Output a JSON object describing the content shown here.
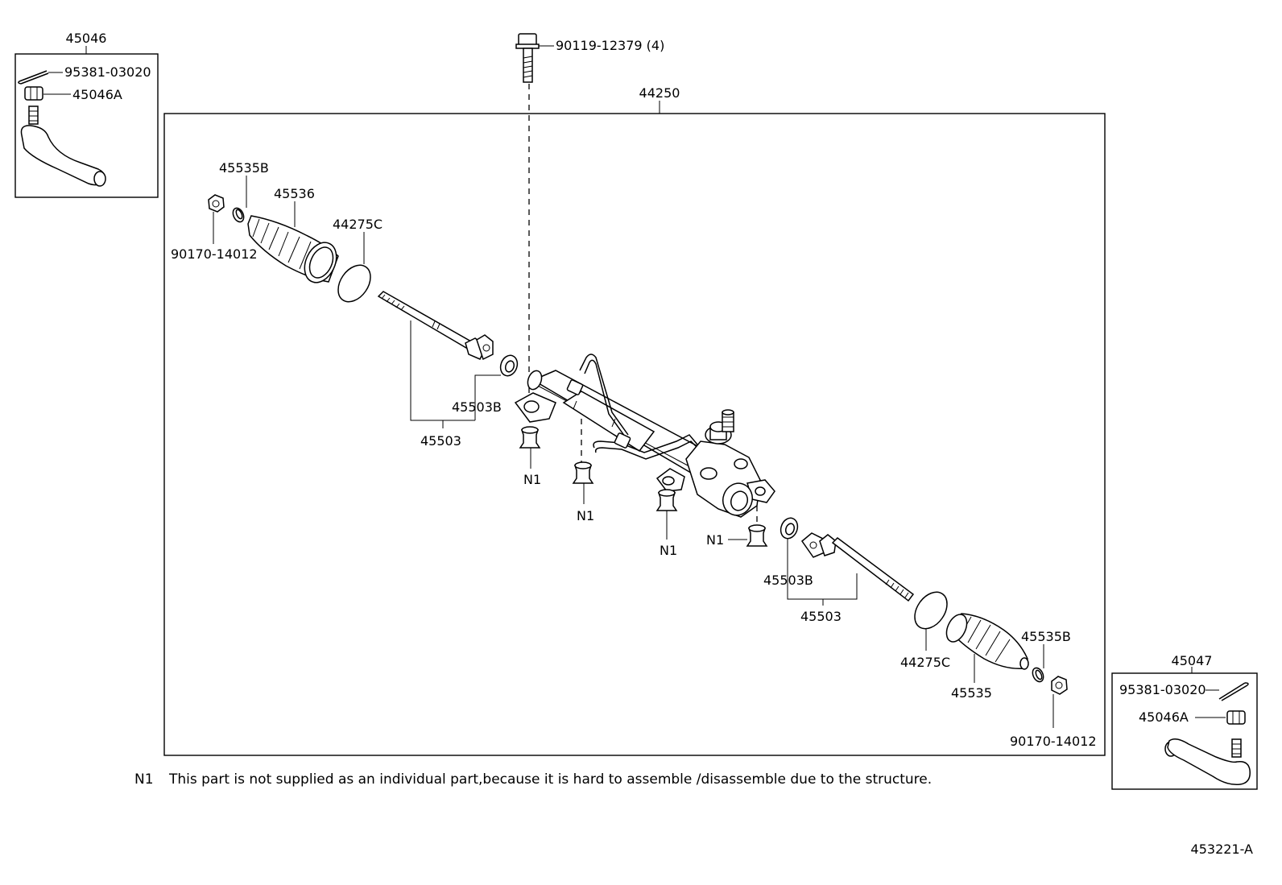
{
  "labels": {
    "kit_left": "45046",
    "cotter_left": "95381-03020",
    "nut_left": "45046A",
    "bolt": "90119-12379 (4)",
    "rack_assembly": "44250",
    "clamp_left": "45535B",
    "boot_left": "45536",
    "ring_left": "44275C",
    "nut_inner_left": "90170-14012",
    "washer_left": "45503B",
    "tie_rod_left": "45503",
    "n1_a": "N1",
    "n1_b": "N1",
    "n1_c": "N1",
    "n1_d": "N1",
    "washer_right": "45503B",
    "tie_rod_right": "45503",
    "clamp_right": "45535B",
    "ring_right": "44275C",
    "boot_right": "45535",
    "kit_right": "45047",
    "cotter_right": "95381-03020",
    "nut_right": "45046A",
    "nut_inner_right": "90170-14012"
  },
  "footnote": {
    "code": "N1",
    "text": "This part is not supplied as an individual part,because it is hard to assemble /disassemble due to the structure."
  },
  "figure_id": "453221-A"
}
